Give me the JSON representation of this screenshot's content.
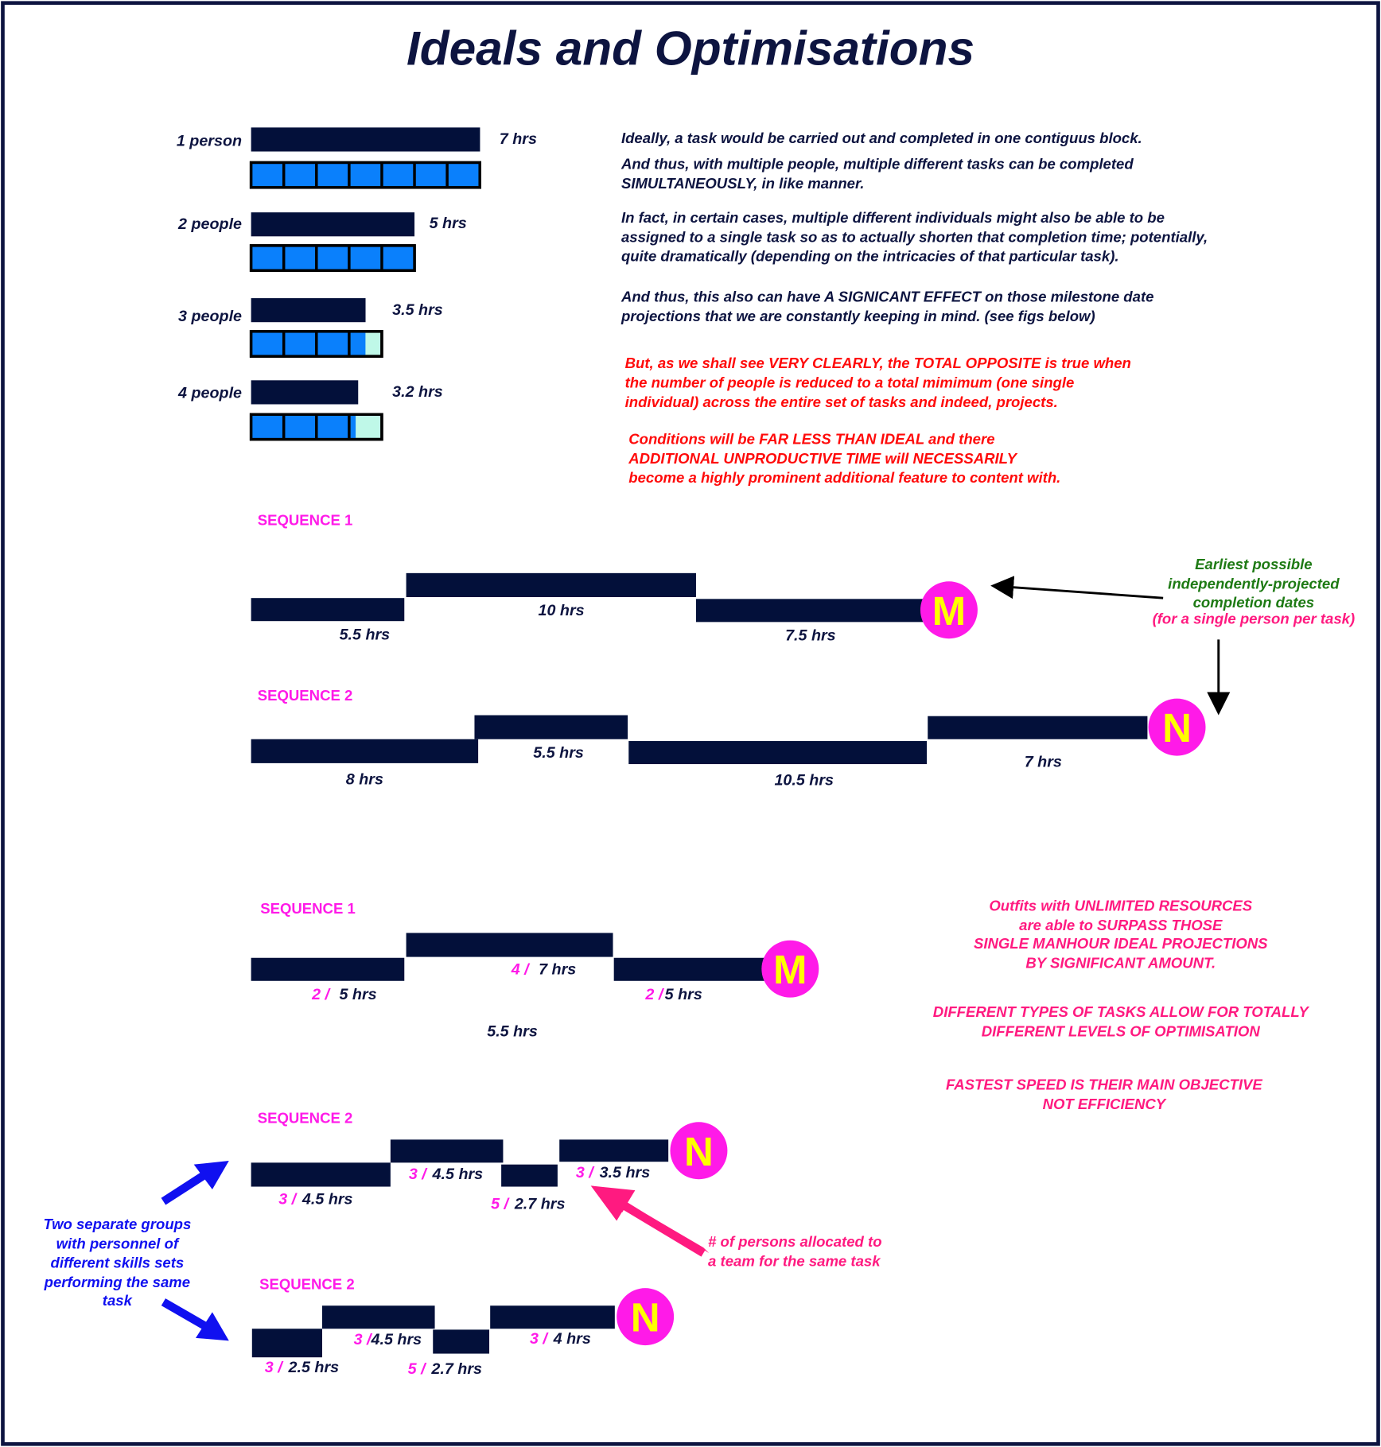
{
  "title": "Ideals and Optimisations",
  "staffing": [
    {
      "label": "1 person",
      "hours": "7 hrs",
      "blocks": 7
    },
    {
      "label": "2 people",
      "hours": "5 hrs",
      "blocks": 5
    },
    {
      "label": "3 people",
      "hours": "3.5 hrs",
      "blocks": 3.5
    },
    {
      "label": "4 people",
      "hours": "3.2 hrs",
      "blocks": 3.2
    }
  ],
  "intro_paragraphs": [
    [
      "Ideally, a task would be carried out and completed in one contiguus block."
    ],
    [
      "And thus, with multiple people, multiple different tasks can be completed",
      "SIMULTANEOUSLY, in like manner."
    ],
    [
      "In fact, in certain cases, multiple different individuals might also be able to be",
      "assigned to a single task so as to actually shorten that completion time; potentially,",
      "quite dramatically (depending on the intricacies of that particular task)."
    ],
    [
      "And thus, this also can have A SIGNICANT EFFECT on those milestone date",
      "projections that we are constantly keeping in mind. (see figs below)"
    ]
  ],
  "warning_paragraphs": [
    [
      "But, as we shall see VERY CLEARLY, the TOTAL OPPOSITE is true when",
      "the number of people is reduced to a total mimimum (one single",
      "individual) across the entire set of tasks and indeed, projects."
    ],
    [
      "Conditions will be FAR LESS THAN IDEAL and there",
      "ADDITIONAL UNPRODUCTIVE TIME will NECESSARILY",
      "become a highly prominent additional feature to content with."
    ]
  ],
  "single_person": {
    "seq1": {
      "label": "SEQUENCE 1",
      "tasks": [
        "5.5 hrs",
        "10 hrs",
        "7.5 hrs"
      ],
      "milestone": "M"
    },
    "seq2": {
      "label": "SEQUENCE 2",
      "tasks": [
        "8 hrs",
        "5.5 hrs",
        "10.5 hrs",
        "7 hrs"
      ],
      "milestone": "N"
    },
    "note": [
      "Earliest possible",
      "independently-projected",
      "completion dates",
      "(for a single person per task)"
    ]
  },
  "optimised": {
    "seq1": {
      "label": "SEQUENCE 1",
      "tasks": [
        {
          "people": "2 /",
          "hours": " 5 hrs"
        },
        {
          "people": "4 /",
          "hours": " 7 hrs"
        },
        {
          "people": "2 /",
          "hours": "5 hrs"
        }
      ],
      "gap_label": "5.5 hrs",
      "milestone": "M"
    },
    "seq2a": {
      "label": "SEQUENCE 2",
      "tasks": [
        {
          "people": "3 /",
          "hours": " 4.5 hrs"
        },
        {
          "people": "3 /",
          "hours": " 4.5 hrs"
        },
        {
          "people": "5 /",
          "hours": " 2.7 hrs"
        },
        {
          "people": "3 /",
          "hours": " 3.5 hrs"
        }
      ],
      "milestone": "N"
    },
    "seq2b": {
      "label": "SEQUENCE 2",
      "tasks": [
        {
          "people": "3 /",
          "hours": " 2.5 hrs"
        },
        {
          "people": "3 /",
          "hours": "4.5 hrs"
        },
        {
          "people": "5 /",
          "hours": " 2.7 hrs"
        },
        {
          "people": "3 /",
          "hours": " 4 hrs"
        }
      ],
      "milestone": "N"
    },
    "notes": [
      [
        "Outfits with UNLIMITED RESOURCES",
        "are able to SURPASS THOSE",
        "SINGLE MANHOUR IDEAL PROJECTIONS",
        "BY  SIGNIFICANT AMOUNT."
      ],
      [
        "DIFFERENT TYPES OF TASKS ALLOW FOR TOTALLY",
        "DIFFERENT LEVELS OF OPTIMISATION"
      ],
      [
        "FASTEST SPEED IS THEIR MAIN OBJECTIVE",
        "NOT EFFICIENCY"
      ]
    ],
    "persons_note": [
      "# of persons allocated to",
      "a team for the same task"
    ],
    "groups_note": [
      "Two separate groups",
      "with personnel of",
      "different skills sets",
      "performing the same",
      "task"
    ]
  },
  "colors": {
    "navy": "#03103a",
    "blue": "#0a80fc",
    "magenta": "#ff1ae8",
    "pink": "#ff1a80",
    "red": "#ff0a0a",
    "green": "#1e7a14",
    "yellow": "#ffff00"
  }
}
